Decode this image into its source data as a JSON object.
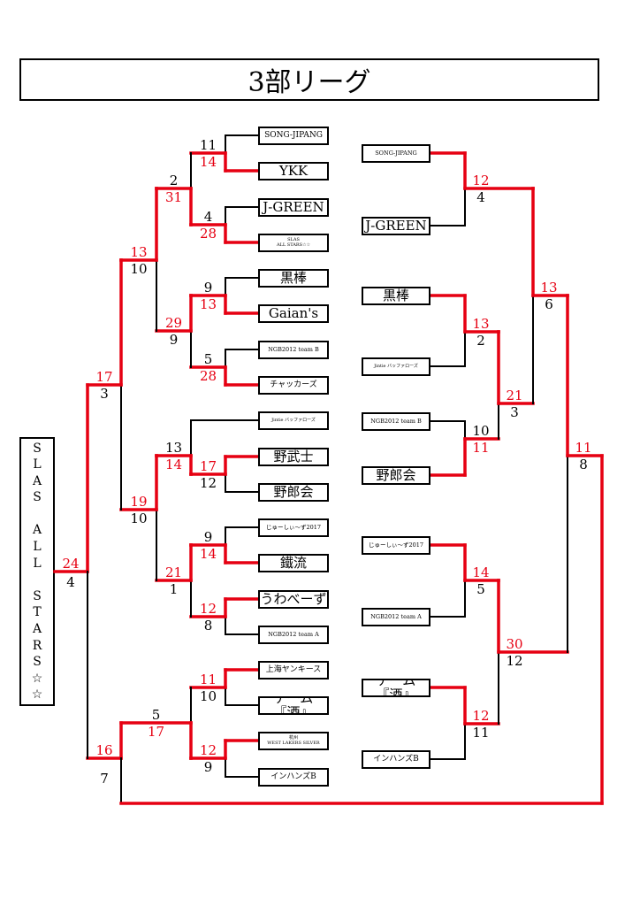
{
  "title": "3部リーグ",
  "colors": {
    "winner": "#e60012",
    "loser": "#000000"
  },
  "seed_team": {
    "name": "SLAS ALL STARS☆☆",
    "vertical_chars": [
      "S",
      "L",
      "A",
      "S",
      " ",
      "A",
      "L",
      "L",
      " ",
      "S",
      "T",
      "A",
      "R",
      "S",
      "☆",
      "☆"
    ]
  },
  "left_teams": [
    {
      "name": "SONG-JIPANG",
      "size": "m"
    },
    {
      "name": "YKK",
      "size": "l"
    },
    {
      "name": "J-GREEN",
      "size": "l"
    },
    {
      "name": "SLAS\nALL STARS☆☆",
      "size": "xs"
    },
    {
      "name": "黒棒",
      "size": "l"
    },
    {
      "name": "Gaian's",
      "size": "l"
    },
    {
      "name": "NGB2012 team B",
      "size": "s"
    },
    {
      "name": "チャッカーズ",
      "size": "m"
    },
    {
      "name": "Jintie バッファローズ",
      "size": "xs"
    },
    {
      "name": "野武士",
      "size": "l"
    },
    {
      "name": "野郎会",
      "size": "l"
    },
    {
      "name": "じゅーしぃ〜ず2017",
      "size": "s"
    },
    {
      "name": "鐵流",
      "size": "l"
    },
    {
      "name": "うわべーず",
      "size": "l"
    },
    {
      "name": "NGB2012 team A",
      "size": "s"
    },
    {
      "name": "上海ヤンキース",
      "size": "m"
    },
    {
      "name": "チーム『酒』",
      "size": "l"
    },
    {
      "name": "杭州\nWEST LAKERS SILVER",
      "size": "xs"
    },
    {
      "name": "インハンズB",
      "size": "m"
    }
  ],
  "right_teams": [
    {
      "name": "SONG-JIPANG",
      "size": "s"
    },
    {
      "name": "J-GREEN",
      "size": "l"
    },
    {
      "name": "黒棒",
      "size": "l"
    },
    {
      "name": "Jintie バッファローズ",
      "size": "xs"
    },
    {
      "name": "NGB2012 team B",
      "size": "s"
    },
    {
      "name": "野郎会",
      "size": "l"
    },
    {
      "name": "じゅーしぃ〜ず2017",
      "size": "s"
    },
    {
      "name": "NGB2012 team A",
      "size": "s"
    },
    {
      "name": "チーム『酒』",
      "size": "l"
    },
    {
      "name": "インハンズB",
      "size": "m"
    }
  ],
  "left_matches": [
    {
      "id": "L1",
      "top_score": "11",
      "bottom_score": "14",
      "winner": "bottom"
    },
    {
      "id": "L2",
      "top_score": "4",
      "bottom_score": "28",
      "winner": "bottom"
    },
    {
      "id": "L3",
      "top_score": "9",
      "bottom_score": "13",
      "winner": "bottom"
    },
    {
      "id": "L4",
      "top_score": "5",
      "bottom_score": "28",
      "winner": "bottom"
    },
    {
      "id": "L5",
      "top_score": "17",
      "bottom_score": "12",
      "winner": "top"
    },
    {
      "id": "L6",
      "top_score": "9",
      "bottom_score": "14",
      "winner": "bottom"
    },
    {
      "id": "L7",
      "top_score": "12",
      "bottom_score": "8",
      "winner": "top"
    },
    {
      "id": "L8",
      "top_score": "11",
      "bottom_score": "10",
      "winner": "top"
    },
    {
      "id": "L9",
      "top_score": "12",
      "bottom_score": "9",
      "winner": "top"
    },
    {
      "id": "L10",
      "top_score": "2",
      "bottom_score": "31",
      "winner": "bottom"
    },
    {
      "id": "L11",
      "top_score": "29",
      "bottom_score": "9",
      "winner": "top"
    },
    {
      "id": "L12",
      "top_score": "13",
      "bottom_score": "14",
      "winner": "bottom"
    },
    {
      "id": "L13",
      "top_score": "21",
      "bottom_score": "1",
      "winner": "top"
    },
    {
      "id": "L14",
      "top_score": "5",
      "bottom_score": "17",
      "winner": "bottom"
    },
    {
      "id": "L15",
      "top_score": "13",
      "bottom_score": "10",
      "winner": "top"
    },
    {
      "id": "L16",
      "top_score": "19",
      "bottom_score": "10",
      "winner": "top"
    },
    {
      "id": "L17",
      "top_score": "17",
      "bottom_score": "3",
      "winner": "top"
    },
    {
      "id": "L18",
      "top_score": "16",
      "bottom_score": "7",
      "winner": "top"
    },
    {
      "id": "L19",
      "top_score": "24",
      "bottom_score": "4",
      "winner": "top"
    }
  ],
  "right_matches": [
    {
      "id": "R1",
      "top_score": "12",
      "bottom_score": "4",
      "winner": "top"
    },
    {
      "id": "R2",
      "top_score": "13",
      "bottom_score": "2",
      "winner": "top"
    },
    {
      "id": "R3",
      "top_score": "10",
      "bottom_score": "11",
      "winner": "bottom"
    },
    {
      "id": "R4",
      "top_score": "14",
      "bottom_score": "5",
      "winner": "top"
    },
    {
      "id": "R5",
      "top_score": "12",
      "bottom_score": "11",
      "winner": "top"
    },
    {
      "id": "R6",
      "top_score": "21",
      "bottom_score": "3",
      "winner": "top"
    },
    {
      "id": "R7",
      "top_score": "30",
      "bottom_score": "12",
      "winner": "top"
    },
    {
      "id": "R8",
      "top_score": "13",
      "bottom_score": "6",
      "winner": "top"
    },
    {
      "id": "R9",
      "top_score": "11",
      "bottom_score": "8",
      "winner": "top"
    }
  ]
}
